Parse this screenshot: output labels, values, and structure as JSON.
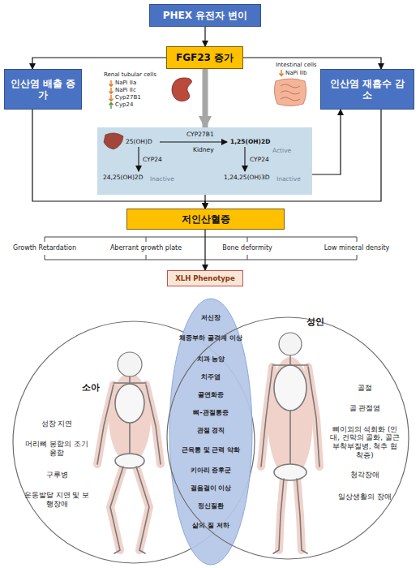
{
  "diagram": {
    "nodes": [
      {
        "text": [
          "PHEX 유전자 변이"
        ]
      },
      {
        "text": [
          "FGF23 증가"
        ]
      },
      {
        "text": [
          "인산염 배출 증가"
        ]
      },
      {
        "text": [
          "인산염 재흡수 감소"
        ]
      },
      {
        "text": [
          "25(OH)D",
          "CYP27B1",
          "Kidney",
          "1,25(OH)2D",
          "Active",
          "CYP24",
          "CYP24",
          "24,25(OH)2D",
          "Inactive",
          "1,24,25(OH)3D",
          "Inactive"
        ]
      },
      {
        "text": [
          "저인산혈증"
        ]
      },
      {
        "text": [
          "XLH Phenotype"
        ]
      },
      {
        "text": [
          "소아",
          "성장 지연",
          "머리뼈 봉합의 조기융합",
          "구루병",
          "운동발달 지연 및 보행장애"
        ]
      },
      {
        "text": [
          "저신장",
          "체중부하 골격계 이상",
          "치과 농양",
          "치주염",
          "골연화증",
          "뼈-관절통증",
          "관절 경직",
          "근육통 및 근력 약화",
          "키아리 증후군",
          "걸음걸이 이상",
          "정신질환",
          "삶의 질 저하"
        ]
      },
      {
        "text": [
          "성인",
          "골절",
          "골 관절염",
          "뼈이외의 석회화 (인대, 건막의 골화, 골근부착부질병, 척추 협착증)",
          "청각장애",
          "일상생활의 장애"
        ]
      }
    ],
    "edges": [
      {
        "from": 0,
        "to": 1,
        "arrow": "to"
      },
      {
        "from": 1,
        "to": 2,
        "arrow": "to"
      },
      {
        "from": 1,
        "to": 3,
        "arrow": "to"
      },
      {
        "from": 1,
        "to": 4,
        "arrow": "to"
      },
      {
        "from": 2,
        "to": 5,
        "arrow": "to"
      },
      {
        "from": 4,
        "to": 5,
        "arrow": "to"
      },
      {
        "from": 3,
        "to": 5,
        "arrow": "to"
      },
      {
        "from": 4,
        "to": 3,
        "arrow": "to"
      },
      {
        "from": 5,
        "to": 6,
        "arrow": "to"
      }
    ],
    "labels": [
      "Renal tubular cells",
      "NaPi IIa",
      "NaPi IIc",
      "Cyp27B1",
      "Cyp24",
      "Intestinal cells",
      "NaPi IIb",
      "Growth Retardation",
      "Aberrant growth plate",
      "Bone deformity",
      "Low mineral density"
    ]
  }
}
